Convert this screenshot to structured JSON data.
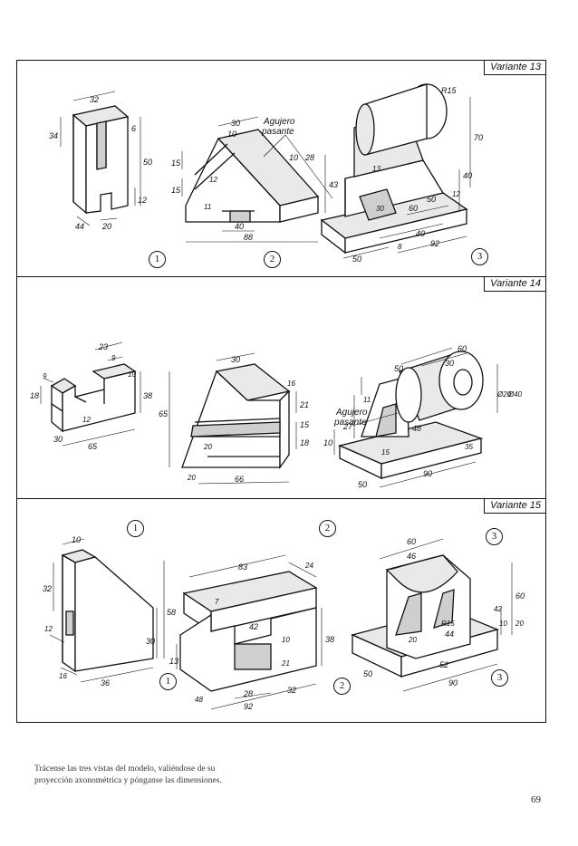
{
  "panels": [
    {
      "variant": "Variante 13",
      "figures": [
        "1",
        "2",
        "3"
      ],
      "dims": {
        "f1": [
          "32",
          "34",
          "6",
          "50",
          "12",
          "20",
          "44"
        ],
        "f2": [
          "30",
          "10",
          "15",
          "15",
          "12",
          "11",
          "10",
          "28",
          "43",
          "40",
          "88"
        ],
        "f3": [
          "R15",
          "70",
          "40",
          "13",
          "50",
          "60",
          "30",
          "12",
          "40",
          "92",
          "8",
          "50"
        ]
      },
      "note": [
        "Agujero",
        "pasante"
      ]
    },
    {
      "variant": "Variante 14",
      "figures": [
        "1",
        "2",
        "3"
      ],
      "dims": {
        "f1": [
          "23",
          "9",
          "9",
          "18",
          "12",
          "38",
          "30",
          "65",
          "10"
        ],
        "f2": [
          "30",
          "65",
          "16",
          "21",
          "15",
          "18",
          "20",
          "20",
          "66"
        ],
        "f3": [
          "60",
          "50",
          "30",
          "11",
          "27",
          "10",
          "48",
          "15",
          "50",
          "90",
          "35",
          "Ø20",
          "Ø40"
        ]
      },
      "note": [
        "Agujero",
        "pasante"
      ]
    },
    {
      "variant": "Variante 15",
      "figures": [
        "1",
        "2",
        "3"
      ],
      "dims": {
        "f1": [
          "10",
          "32",
          "58",
          "30",
          "12",
          "16",
          "36"
        ],
        "f2": [
          "83",
          "24",
          "7",
          "13",
          "42",
          "38",
          "10",
          "21",
          "28",
          "32",
          "48",
          "92"
        ],
        "f3": [
          "60",
          "46",
          "60",
          "42",
          "10",
          "20",
          "R15",
          "44",
          "20",
          "50",
          "52",
          "90"
        ]
      }
    }
  ],
  "caption": [
    "Trácense las tres vistas del modelo, valiéndose de su",
    "proyección axonométrica y pónganse las dimensiones."
  ],
  "page_number": "69"
}
